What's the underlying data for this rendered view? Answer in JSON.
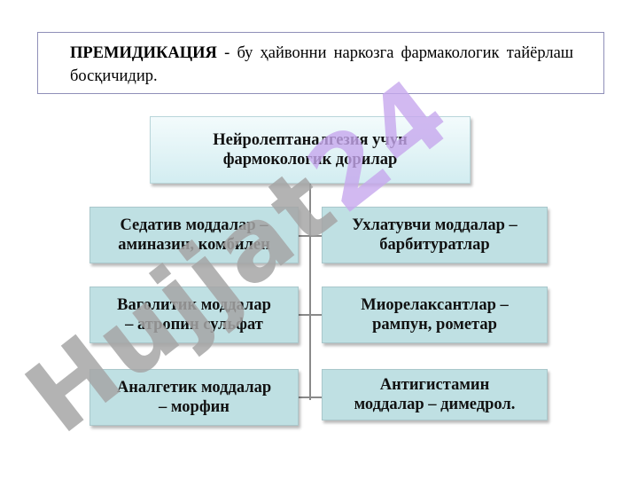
{
  "definition": {
    "term": "ПРЕМИДИКАЦИЯ",
    "separator": "-",
    "text": "бу ҳайвонни наркозга фармакологик тайёрлаш босқичидир."
  },
  "diagram": {
    "root": {
      "line1": "Нейролептаналгезия учун",
      "line2": "фармокологик дорилар"
    },
    "left_nodes": [
      {
        "line1": "Седатив моддалар –",
        "line2": "аминазин, комбилен"
      },
      {
        "line1": "Ваголитик моддалар",
        "line2": "– атропин сульфат"
      },
      {
        "line1": "Аналгетик моддалар",
        "line2": "– морфин"
      }
    ],
    "right_nodes": [
      {
        "line1": "Ухлатувчи моддалар –",
        "line2": "барбитуратлар"
      },
      {
        "line1": "Миорелаксантлар –",
        "line2": "рампун, рометар"
      },
      {
        "line1": "Антигистамин",
        "line2": "моддалар – димедрол."
      }
    ]
  },
  "watermark": {
    "text": "Hujjat24",
    "colors": {
      "hujjat": "#a6a6a6",
      "number": "#c7a8ee"
    }
  },
  "colors": {
    "node_fill": "#bfe0e3",
    "node_border": "#a9c7cb",
    "root_fill_top": "#f3fbfc",
    "root_fill_bottom": "#d3edf1",
    "definition_border": "#8f8fb8",
    "connector": "#8a8a8a"
  }
}
